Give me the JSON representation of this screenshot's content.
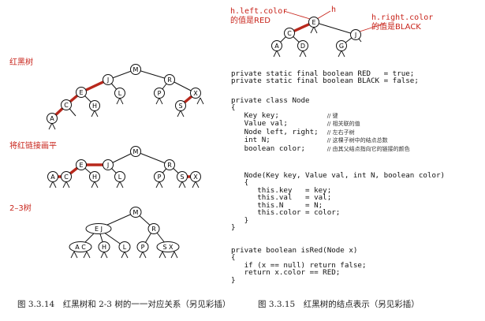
{
  "left_panel": {
    "label_rbt": "红黑树",
    "label_flat": "将红链接画平",
    "label_23": "2–3树",
    "tree_rbt": [
      "M",
      "J",
      "R",
      "E",
      "L",
      "P",
      "X",
      "C",
      "H",
      "S",
      "A"
    ],
    "tree_flat": [
      "E",
      "J",
      "M",
      "R",
      "A",
      "C",
      "H",
      "L",
      "P",
      "S",
      "X"
    ],
    "tree_23": [
      "M",
      "E J",
      "R",
      "A C",
      "H",
      "L",
      "P",
      "S X"
    ]
  },
  "right_panel": {
    "callout_h": "h",
    "callout_left_code": "h.left.color",
    "callout_left_text": "的值是RED",
    "callout_right_code": "h.right.color",
    "callout_right_text": "的值是BLACK",
    "tree_nodes": [
      "E",
      "C",
      "J",
      "A",
      "D",
      "G"
    ],
    "code1": [
      "private static final boolean RED   = true;",
      "private static final boolean BLACK = false;"
    ],
    "class_head": [
      "private class Node",
      "{"
    ],
    "fields": [
      {
        "code": "   Key key;           ",
        "comment": "// 键"
      },
      {
        "code": "   Value val;         ",
        "comment": "// 相关联的值"
      },
      {
        "code": "   Node left, right;  ",
        "comment": "// 左右子树"
      },
      {
        "code": "   int N;             ",
        "comment": "// 这棵子树中的结点总数"
      },
      {
        "code": "   boolean color;     ",
        "comment": "// 由其父结点指向它的链接的颜色"
      }
    ],
    "ctor": [
      "   Node(Key key, Value val, int N, boolean color)",
      "   {",
      "      this.key   = key;",
      "      this.val   = val;",
      "      this.N     = N;",
      "      this.color = color;",
      "   }",
      "}"
    ],
    "isred": [
      "private boolean isRed(Node x)",
      "{",
      "   if (x == null) return false;",
      "   return x.color == RED;",
      "}"
    ]
  },
  "captions": {
    "left": "图 3.3.14　红黑树和 2-3 树的一一对应关系（另见彩插）",
    "right": "图 3.3.15　红黑树的结点表示（另见彩插）"
  },
  "colors": {
    "red_link": "#b8281c",
    "label_red": "#c8241b",
    "black": "#111111"
  }
}
